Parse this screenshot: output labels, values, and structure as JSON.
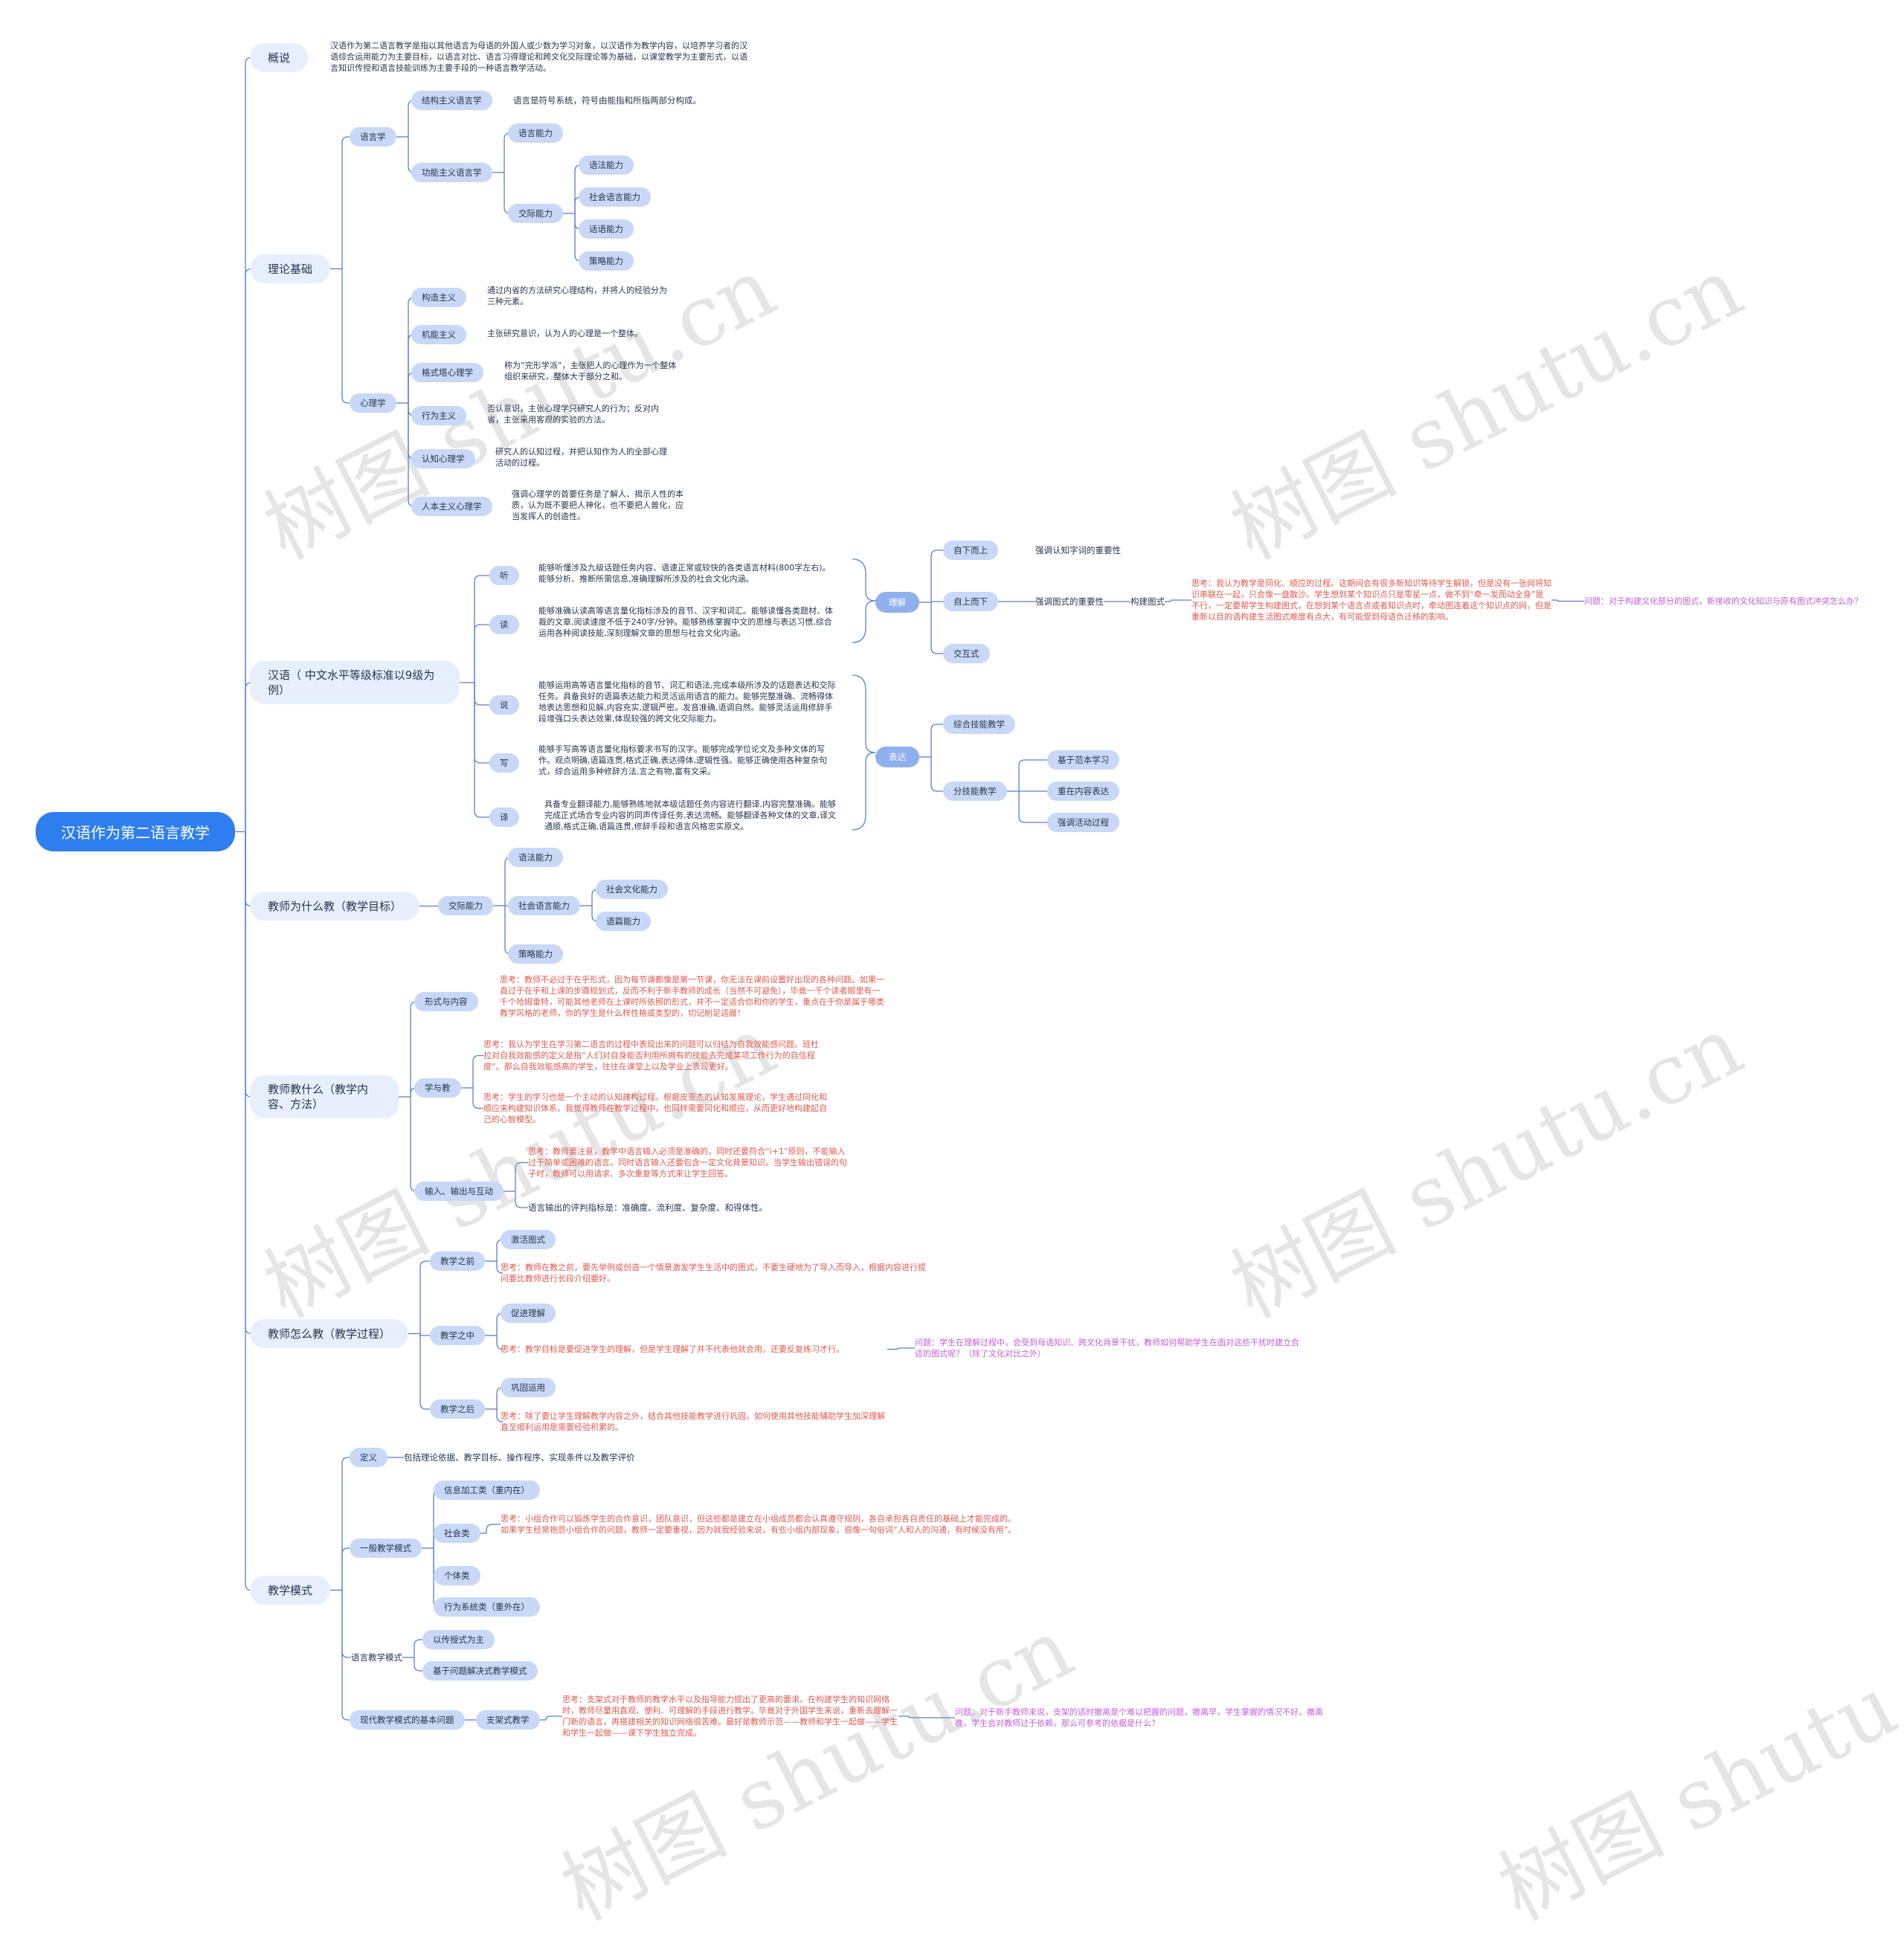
{
  "watermark": "树图 shutu.cn",
  "colors": {
    "line": "#5a7fc6",
    "root": "#2f7ef0",
    "thought": "#e05a50",
    "question": "#c35fdc"
  },
  "root": "汉语作为第二语言教学",
  "overview": {
    "label": "概说",
    "text": "汉语作为第二语言教学是指以其他语言为母语的外国人或少数为学习对象，以汉语作为教学内容，以培养学习者的汉语综合运用能力为主要目标，以语言对比、语言习得理论和跨文化交际理论等为基础，以课堂教学为主要形式，以语言知识传授和语言技能训练为主要手段的一种语言教学活动。"
  },
  "theory": {
    "label": "理论基础",
    "linguistics": {
      "label": "语言学",
      "structural": "结构主义语言学",
      "structural_text": "语言是符号系统，符号由能指和所指两部分构成。",
      "functional": "功能主义语言学",
      "lang_ability": "语言能力",
      "comm_ability": "交际能力",
      "comm_items": [
        "语法能力",
        "社会语言能力",
        "话语能力",
        "策略能力"
      ]
    },
    "psychology": {
      "label": "心理学",
      "items": [
        {
          "name": "构造主义",
          "text": "通过内省的方法研究心理结构，并将人的经验分为三种元素。"
        },
        {
          "name": "机能主义",
          "text": "主张研究意识，认为人的心理是一个整体。"
        },
        {
          "name": "格式塔心理学",
          "text": "称为“完形学派”，主张把人的心理作为一个整体组织来研究，整体大于部分之和。"
        },
        {
          "name": "行为主义",
          "text": "否认意识，主张心理学只研究人的行为；反对内省，主张采用客观的实验的方法。"
        },
        {
          "name": "认知心理学",
          "text": "研究人的认知过程，并把认知作为人的全部心理活动的过程。"
        },
        {
          "name": "人本主义心理学",
          "text": "强调心理学的首要任务是了解人、揭示人性的本质，认为既不要把人神化，也不要把人兽化，应当发挥人的创造性。"
        }
      ]
    }
  },
  "hsk": {
    "label": "汉语（ 中文水平等级标准以9级为例）",
    "skills": [
      {
        "name": "听",
        "text": "能够听懂涉及九级话题任务内容、语速正常或较快的各类语言材料(800字左右)。能够分析、推断所需信息,准确理解所涉及的社会文化内涵。"
      },
      {
        "name": "读",
        "text": "能够准确认读高等语言量化指标涉及的音节、汉字和词汇。能够读懂各类题材、体裁的文章,阅读速度不低于240字/分钟。能够熟练掌握中文的思维与表达习惯,综合运用各种阅读技能,深刻理解文章的思想与社会文化内涵。"
      },
      {
        "name": "说",
        "text": "能够运用高等语言量化指标的音节、词汇和语法,完成本级所涉及的话题表达和交际任务。具备良好的语篇表达能力和灵活运用语言的能力。能够完整准确、流畅得体地表达思想和见解,内容充实,逻辑严密。发音准确,语调自然。能够灵活运用修辞手段增强口头表达效果,体现较强的跨文化交际能力。"
      },
      {
        "name": "写",
        "text": "能够手写高等语言量化指标要求书写的汉字。能够完成学位论文及多种文体的写作。观点明确,语篇连贯,格式正确,表达得体,逻辑性强。能够正确使用各种复杂句式，综合运用多种修辞方法,言之有物,富有文采。"
      },
      {
        "name": "译",
        "text": "具备专业翻译能力,能够熟练地就本级话题任务内容进行翻译,内容完整准确。能够完成正式场合专业内容的同声传译任务,表达流畅。能够翻译各种文体的文章,译文通顺,格式正确,语篇连贯,修辞手段和语言风格忠实原文。"
      }
    ],
    "comprehension": {
      "label": "理解",
      "bottom_up": "自下而上",
      "bottom_up_text": "强调认知字词的重要性",
      "top_down": "自上而下",
      "top_down_text": "强调图式的重要性",
      "schema": "构建图式",
      "thought": "思考：我认为教学是同化、顺应的过程。这期间会有很多新知识等待学生解锁，但是没有一张网将知识串联在一起，只会像一盘散沙。学生想到某个知识点只是零星一点，做不到“牵一发而动全身”是不行，一定要帮学生构建图式，在想到某个语言点或者知识点时，牵动图连着这个知识点的网，但是重新以目的语构建生活图式难度有点大，有可能受到母语负迁移的影响。",
      "question": "问题：对于构建文化部分的图式，新接收的文化知识与原有图式冲突怎么办？",
      "interactive": "交互式"
    },
    "expression": {
      "label": "表达",
      "integrated": "综合技能教学",
      "separate": "分技能教学",
      "sub": [
        "基于范本学习",
        "重在内容表达",
        "强调活动过程"
      ]
    }
  },
  "goal": {
    "label": "教师为什么教（教学目标）",
    "comm": "交际能力",
    "items": [
      "语法能力",
      "社会语言能力",
      "策略能力"
    ],
    "social_sub": [
      "社会文化能力",
      "语篇能力"
    ]
  },
  "content": {
    "label": "教师教什么（教学内容、方法）",
    "form": "形式与内容",
    "form_thought": "思考：教师不必过于在乎形式，因为每节课都像是第一节课，你无法在课前设置好出现的各种问题。如果一直过于在乎和上课的步骤规划式，反而不利于新手教师的成长（当然不可避免），毕竟一千个读者眼里有一千个哈姆雷特，可能其他老师在上课时所依照的形式，并不一定适合你和你的学生，重点在于你是属于哪类教学风格的老师，你的学生是什么样性格或类型的，切记削足适履！",
    "learn": "学与教",
    "learn_thought1": "思考：我认为学生在学习第二语言的过程中表现出来的问题可以归结为自我效能感问题。班杜拉对自我效能感的定义是指“人们对自身能否利用所拥有的技能去完成某项工作行为的自信程度”。那么自我效能感高的学生，往往在课堂上以及学业上表现更好。",
    "learn_thought2": "思考：学生的学习也是一个主动的认知建构过程。根据皮亚杰的认知发展理论，学生通过同化和顺应来构建知识体系。我觉得教师在教学过程中，也同样需要同化和顺应，从而更好地构建起自己的心智模型。",
    "io": "输入、输出与互动",
    "io_thought": "思考：教师要注意，教学中语言输入必须是准确的，同时还要符合“i+1”原则，不能输入过于简单或困难的语言。同时语言输入还要包含一定文化背景知识。当学生输出错误的句子时，教师可以用请求、多次重复等方式来让学生回答。",
    "io_text": "语言输出的评判指标是：准确度、流利度、复杂度、和得体性。"
  },
  "process": {
    "label": "教师怎么教（教学过程）",
    "before": "教学之前",
    "before_tag": "激活图式",
    "before_thought": "思考：教师在教之前，要先举例或创造一个情景激发学生生活中的图式，不要生硬地为了导入而导入，根据内容进行提问要比教师进行长段介绍要好。",
    "during": "教学之中",
    "during_tag": "促进理解",
    "during_thought": "思考：教学目标是要促进学生的理解，但是学生理解了并不代表他就会用，还要反复练习才行。",
    "during_question": "问题：学生在理解过程中，会受到母语知识、跨文化背景干扰，教师如何帮助学生在面对这些干扰时建立合适的图式呢？（除了文化对比之外）",
    "after": "教学之后",
    "after_tag": "巩固运用",
    "after_thought": "思考：除了要让学生理解教学内容之外，结合其他技能教学进行巩固，如何使用其他技能辅助学生加深理解直至顺利运用是需要经验积累的。"
  },
  "mode": {
    "label": "教学模式",
    "def": "定义",
    "def_text": "包括理论依据、教学目标、操作程序、实现条件以及教学评价",
    "general": "一般教学模式",
    "general_items": [
      "信息加工类（重内在）",
      "社会类",
      "个体类",
      "行为系统类（重外在）"
    ],
    "social_thought": "思考：小组合作可以锻炼学生的合作意识，团队意识，但这些都是建立在小组成员都会认真遵守规则，各自承担各自责任的基础上才能完成的。如果学生经常抱怨小组合作的问题，教师一定要重视，因为就我经验来说，有些小组内部现象，很像一句俗词“人和人的沟通，有时候没有用”。",
    "language": "语言教学模式",
    "language_items": [
      "以传授式为主",
      "基于问题解决式教学模式"
    ],
    "modern": "现代教学模式的基本问题",
    "scaffold": "支架式教学",
    "scaffold_thought": "思考：支架式对于教师的教学水平以及指导能力提出了更高的要求。在构建学生的知识网络时，教师尽量用直观、便利、可理解的手段进行教学。毕竟对于外国学生来说，重新去理解一门新的语言，再搭建相关的知识网络很苦难。最好是教师示范——教师和学生一起做——学生和学生一起做——课下学生独立完成。",
    "scaffold_question": "问题：对于新手教师来说，支架的适时撤离是个难以把握的问题，撤离早，学生掌握的情况不好。撤离晚，学生会对教师过于依赖，那么可参考的依据是什么？"
  }
}
